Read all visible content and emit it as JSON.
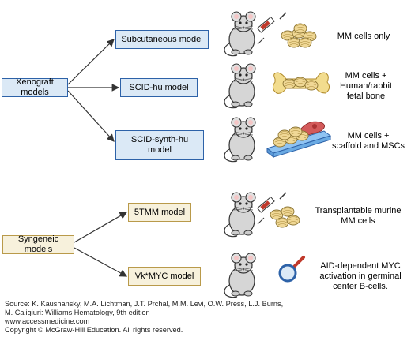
{
  "xenograft": {
    "root": "Xenograft models",
    "models": [
      {
        "label": "Subcutaneous model",
        "desc": "MM cells only"
      },
      {
        "label": "SCID-hu model",
        "desc": "MM cells +\nHuman/rabbit\nfetal bone"
      },
      {
        "label": "SCID-synth-hu\nmodel",
        "desc": "MM cells +\nscaffold and MSCs"
      }
    ]
  },
  "syngeneic": {
    "root": "Syngeneic models",
    "models": [
      {
        "label": "5TMM model",
        "desc": "Transplantable murine\nMM cells"
      },
      {
        "label": "Vk*MYC model",
        "desc": "AID-dependent MYC\nactivation in germinal\ncenter B-cells."
      }
    ]
  },
  "source": {
    "line1": "Source: K. Kaushansky, M.A. Lichtman, J.T. Prchal, M.M. Levi, O.W. Press, L.J. Burns,",
    "line2": "M. Caligiuri: Williams Hematology, 9th edition",
    "line3": "www.accessmedicine.com",
    "line4": "Copyright © McGraw-Hill Education.  All rights reserved."
  },
  "colors": {
    "blue_border": "#2d62a8",
    "blue_fill": "#dbe9f6",
    "tan_border": "#b99a4a",
    "tan_fill": "#f7f1dc",
    "cell": "#f0d896",
    "bone": "#f2dc8e"
  }
}
